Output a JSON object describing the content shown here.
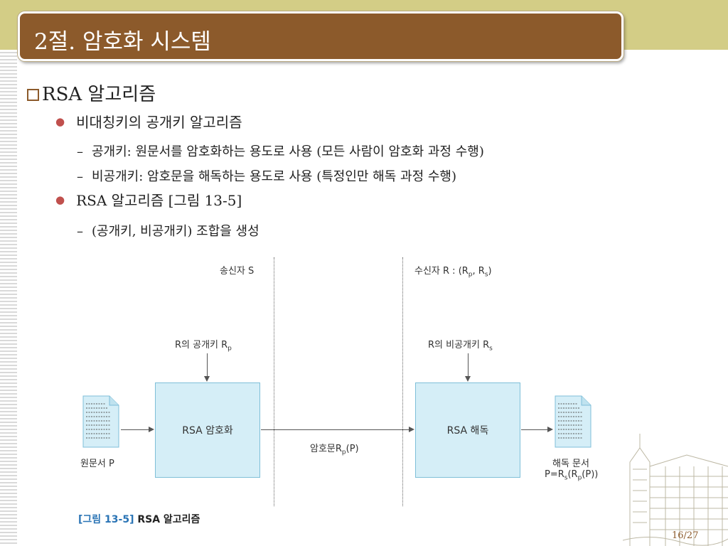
{
  "colors": {
    "top_band": "#d3cd86",
    "title_bar": "#8c5a2b",
    "title_text": "#ffffff",
    "bullet_dot": "#c0504d",
    "box_fill": "#d5eef7",
    "box_border": "#7fbfd8",
    "caption_tag": "#2a74b5"
  },
  "slide": {
    "title": "2절. 암호화 시스템",
    "heading": "RSA 알고리즘",
    "bullets": [
      {
        "text": "비대칭키의 공개키 알고리즘",
        "subs": [
          "공개키: 원문서를 암호화하는 용도로 사용 (모든 사람이 암호화 과정 수행)",
          "비공개키: 암호문을 해독하는 용도로 사용 (특정인만 해독 과정 수행)"
        ]
      },
      {
        "text": "RSA 알고리즘 [그림 13-5]",
        "subs": [
          "(공개키, 비공개키) 조합을 생성"
        ]
      }
    ],
    "page_number": "16/27"
  },
  "diagram": {
    "sender_label": "송신자 S",
    "receiver_label": {
      "text": "수신자 R : (R",
      "p": "p",
      "mid": ", R",
      "s": "s",
      "end": ")"
    },
    "public_key_label": {
      "text": "R의 공개키 R",
      "sub": "p"
    },
    "private_key_label": {
      "text": "R의 비공개키 R",
      "sub": "s"
    },
    "encrypt_box": "RSA 암호화",
    "decrypt_box": "RSA 해독",
    "cipher_label": {
      "text": "암호문R",
      "sub": "p",
      "end": "(P)"
    },
    "source_doc_label": "원문서 P",
    "result_doc_label": "해독 문서",
    "result_formula": {
      "a": "P=R",
      "s": "s",
      "b": "(R",
      "p": "p",
      "c": "(P))"
    },
    "doc_icon": "document-icon",
    "caption_tag": "[그림 13-5]",
    "caption_text": "RSA 알고리즘"
  }
}
